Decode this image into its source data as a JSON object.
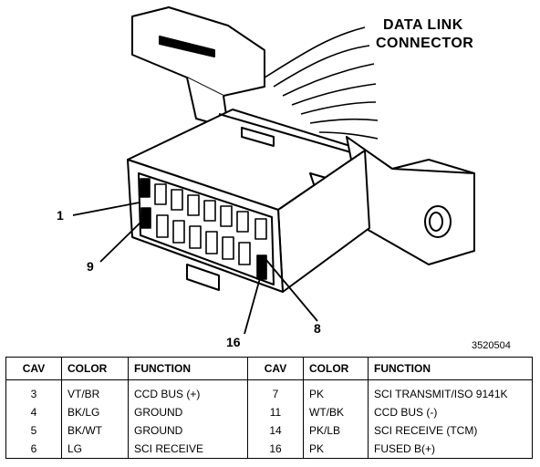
{
  "title_line1": "DATA LINK",
  "title_line2": "CONNECTOR",
  "figure_code": "3520504",
  "pin_labels": {
    "p1": "1",
    "p9": "9",
    "p16": "16",
    "p8": "8"
  },
  "table": {
    "headers": [
      "CAV",
      "COLOR",
      "FUNCTION",
      "CAV",
      "COLOR",
      "FUNCTION"
    ],
    "rows": [
      [
        "3",
        "VT/BR",
        "CCD BUS (+)",
        "7",
        "PK",
        "SCI TRANSMIT/ISO 9141K"
      ],
      [
        "4",
        "BK/LG",
        "GROUND",
        "11",
        "WT/BK",
        "CCD BUS (-)"
      ],
      [
        "5",
        "BK/WT",
        "GROUND",
        "14",
        "PK/LB",
        "SCI RECEIVE (TCM)"
      ],
      [
        "6",
        "LG",
        "SCI RECEIVE",
        "16",
        "PK",
        "FUSED B(+)"
      ]
    ]
  }
}
